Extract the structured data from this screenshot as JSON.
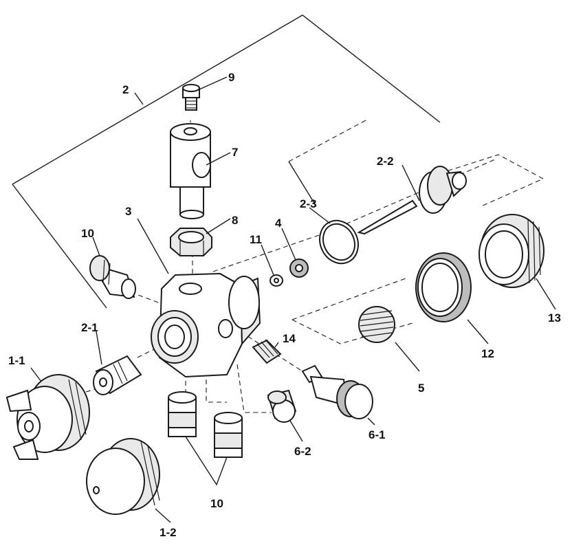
{
  "callouts": {
    "c9": "9",
    "c2": "2",
    "c7": "7",
    "c2_2": "2-2",
    "c3": "3",
    "c8": "8",
    "c2_3": "2-3",
    "c10_top": "10",
    "c11": "11",
    "c4": "4",
    "c13": "13",
    "c2_1": "2-1",
    "c1_1": "1-1",
    "c14": "14",
    "c12": "12",
    "c5": "5",
    "c6_2": "6-2",
    "c6_1": "6-1",
    "c10_bottom": "10",
    "c1_2": "1-2"
  }
}
